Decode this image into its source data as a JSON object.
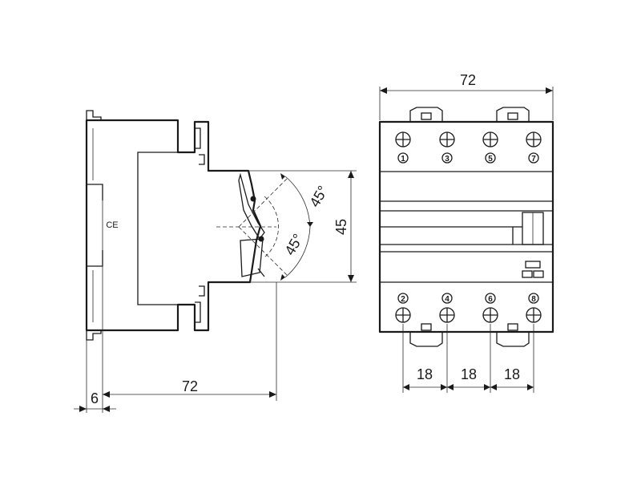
{
  "side_view": {
    "angle_upper_label": "45°",
    "angle_lower_label": "45°",
    "height_label": "45",
    "depth_label": "72",
    "rail_offset_label": "6",
    "mark_label": "CE"
  },
  "front_view": {
    "width_label": "72",
    "pitch_labels": [
      "18",
      "18",
      "18"
    ],
    "top_terminals": [
      "1",
      "3",
      "5",
      "7"
    ],
    "bottom_terminals": [
      "2",
      "4",
      "6",
      "8"
    ]
  }
}
